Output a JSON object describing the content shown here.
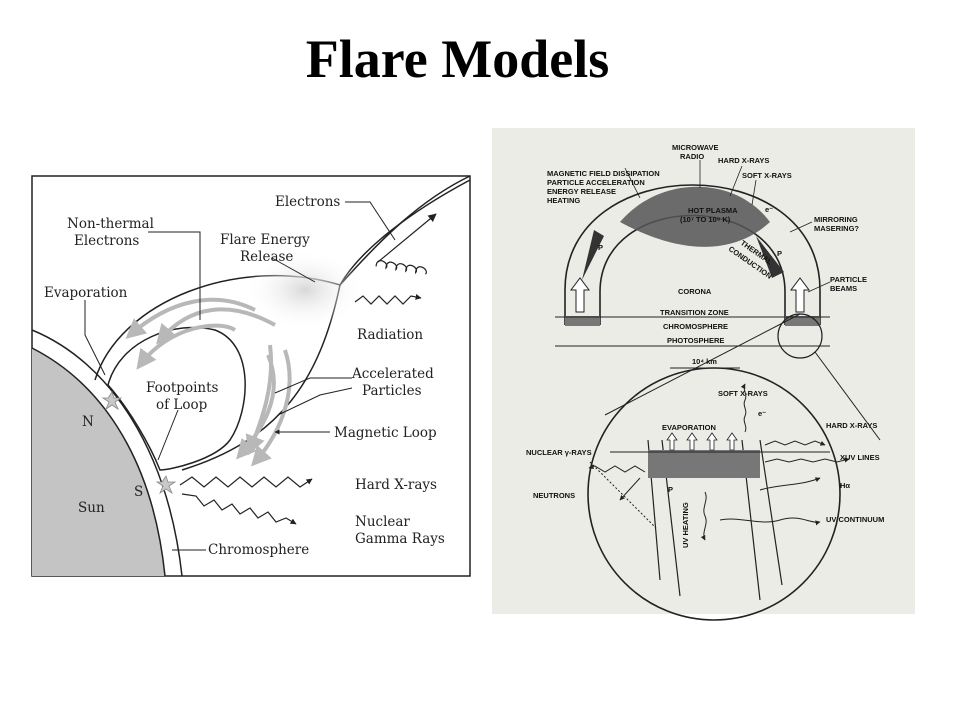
{
  "slide": {
    "title": "Flare Models"
  },
  "left_diagram": {
    "labels": {
      "electrons": "Electrons",
      "nonthermal_1": "Non-thermal",
      "nonthermal_2": "Electrons",
      "flare_energy_1": "Flare Energy",
      "flare_energy_2": "Release",
      "evaporation": "Evaporation",
      "radiation": "Radiation",
      "accelerated_1": "Accelerated",
      "accelerated_2": "Particles",
      "footpoints_1": "Footpoints",
      "footpoints_2": "of Loop",
      "magnetic_loop": "Magnetic Loop",
      "n": "N",
      "s": "S",
      "hard_xrays": "Hard X-rays",
      "nuclear_1": "Nuclear",
      "nuclear_2": "Gamma Rays",
      "sun": "Sun",
      "chromosphere": "Chromosphere"
    }
  },
  "right_diagram": {
    "labels": {
      "microwave_1": "MICROWAVE",
      "microwave_2": "RADIO",
      "hard_xrays_top": "HARD X-RAYS",
      "soft_xrays_top": "SOFT X-RAYS",
      "mfd": "MAGNETIC FIELD DISSIPATION",
      "pa": "PARTICLE ACCELERATION",
      "er": "ENERGY RELEASE",
      "heating": "HEATING",
      "hot_plasma_1": "HOT PLASMA",
      "hot_plasma_2": "(10⁷ TO 10⁸ K)",
      "thermal_1": "THERMAL",
      "thermal_2": "CONDUCTION",
      "mirroring_1": "MIRRORING",
      "mirroring_2": "MASERING?",
      "particle_beams_1": "PARTICLE",
      "particle_beams_2": "BEAMS",
      "corona": "CORONA",
      "transition_zone": "TRANSITION ZONE",
      "chromosphere": "CHROMOSPHERE",
      "photosphere": "PHOTOSPHERE",
      "scale": "10⁴ km",
      "p": "P",
      "e": "e⁻",
      "soft_xrays_bottom": "SOFT X-RAYS",
      "evaporation": "EVAPORATION",
      "hard_xrays_bottom": "HARD X-RAYS",
      "nuclear_rays": "NUCLEAR γ-RAYS",
      "xuv_lines": "XUV LINES",
      "neutrons": "NEUTRONS",
      "halpha": "Hα",
      "uv_heating": "UV HEATING",
      "uv_continuum": "UV CONTINUUM"
    }
  }
}
